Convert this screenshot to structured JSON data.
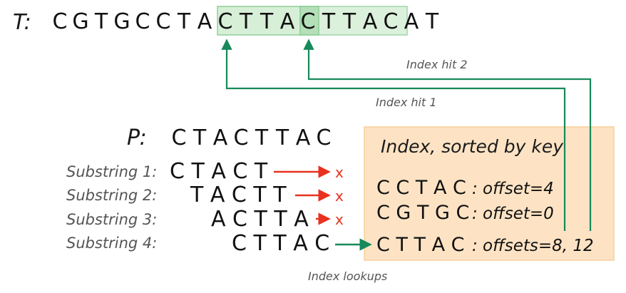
{
  "text_label": "T:",
  "text_sequence": [
    "C",
    "G",
    "T",
    "G",
    "C",
    "C",
    "T",
    "A",
    "C",
    "T",
    "T",
    "A",
    "C",
    "T",
    "T",
    "A",
    "C",
    "A",
    "T"
  ],
  "pattern_label": "P:",
  "pattern_sequence": [
    "C",
    "T",
    "A",
    "C",
    "T",
    "T",
    "A",
    "C"
  ],
  "substrings": [
    {
      "label": "Substring 1:",
      "seq": "C T A C T",
      "result": "x"
    },
    {
      "label": "Substring 2:",
      "seq": "T A C T T",
      "result": "x"
    },
    {
      "label": "Substring 3:",
      "seq": "A C T T A",
      "result": "x"
    },
    {
      "label": "Substring 4:",
      "seq": "C T T A C",
      "result": ""
    }
  ],
  "index": {
    "title": "Index, sorted by key",
    "entries": [
      {
        "key": "C C T A C",
        "value": ": offset=4"
      },
      {
        "key": "C G T G C",
        "value": ": offset=0"
      },
      {
        "key": "C T T A C",
        "value": ": offsets=8, 12"
      }
    ]
  },
  "captions": {
    "hit1": "Index hit 1",
    "hit2": "Index hit 2",
    "lookups": "Index lookups"
  },
  "colors": {
    "green_arrow": "#17895a",
    "red_arrow": "#e8321e",
    "index_fill": "#fde3c4",
    "highlight_fill": "#d7efd7",
    "highlight_stroke": "#8fce99"
  }
}
